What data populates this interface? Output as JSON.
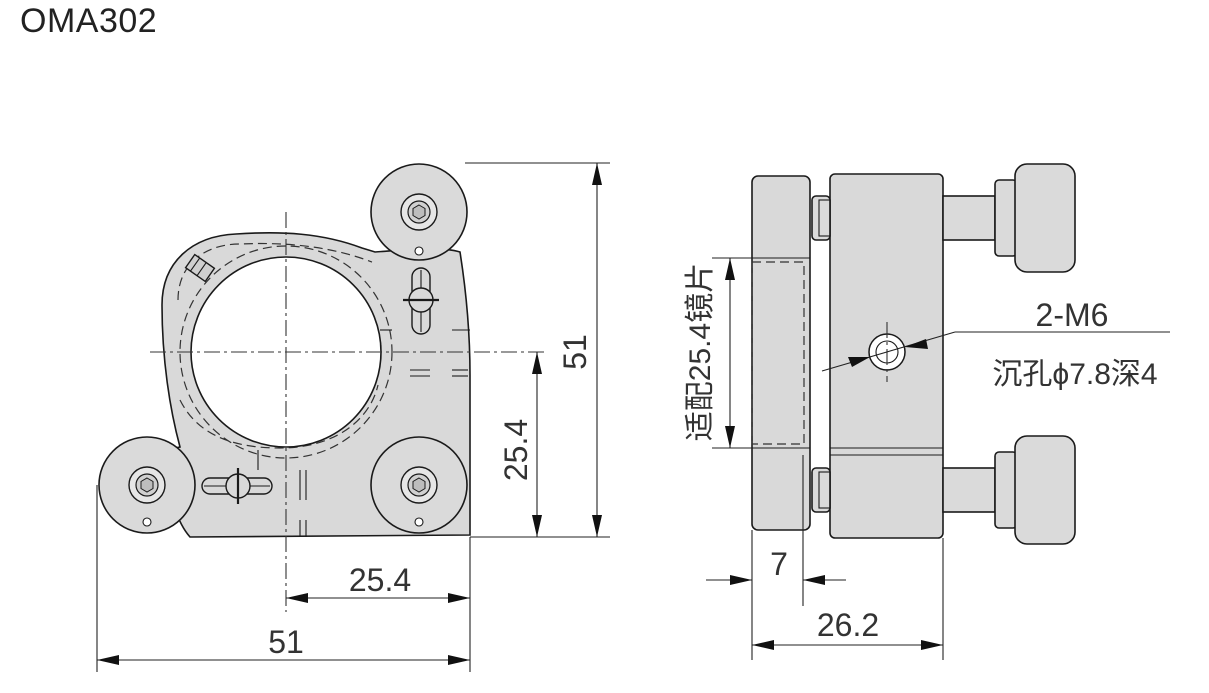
{
  "title": "OMA302",
  "front_view": {
    "dim_total_height": "51",
    "dim_center_height": "25.4",
    "dim_center_offset": "25.4",
    "dim_total_width": "51"
  },
  "side_view": {
    "dim_optic_size": "适配25.4镜片",
    "dim_hole_spec": "2-M6",
    "dim_counterbore": "沉孔ϕ7.8深4",
    "dim_plate_thickness": "7",
    "dim_total_depth": "26.2"
  },
  "colors": {
    "body_fill": "#d9d9d9",
    "outline": "#1a1a1a",
    "text": "#333333"
  }
}
